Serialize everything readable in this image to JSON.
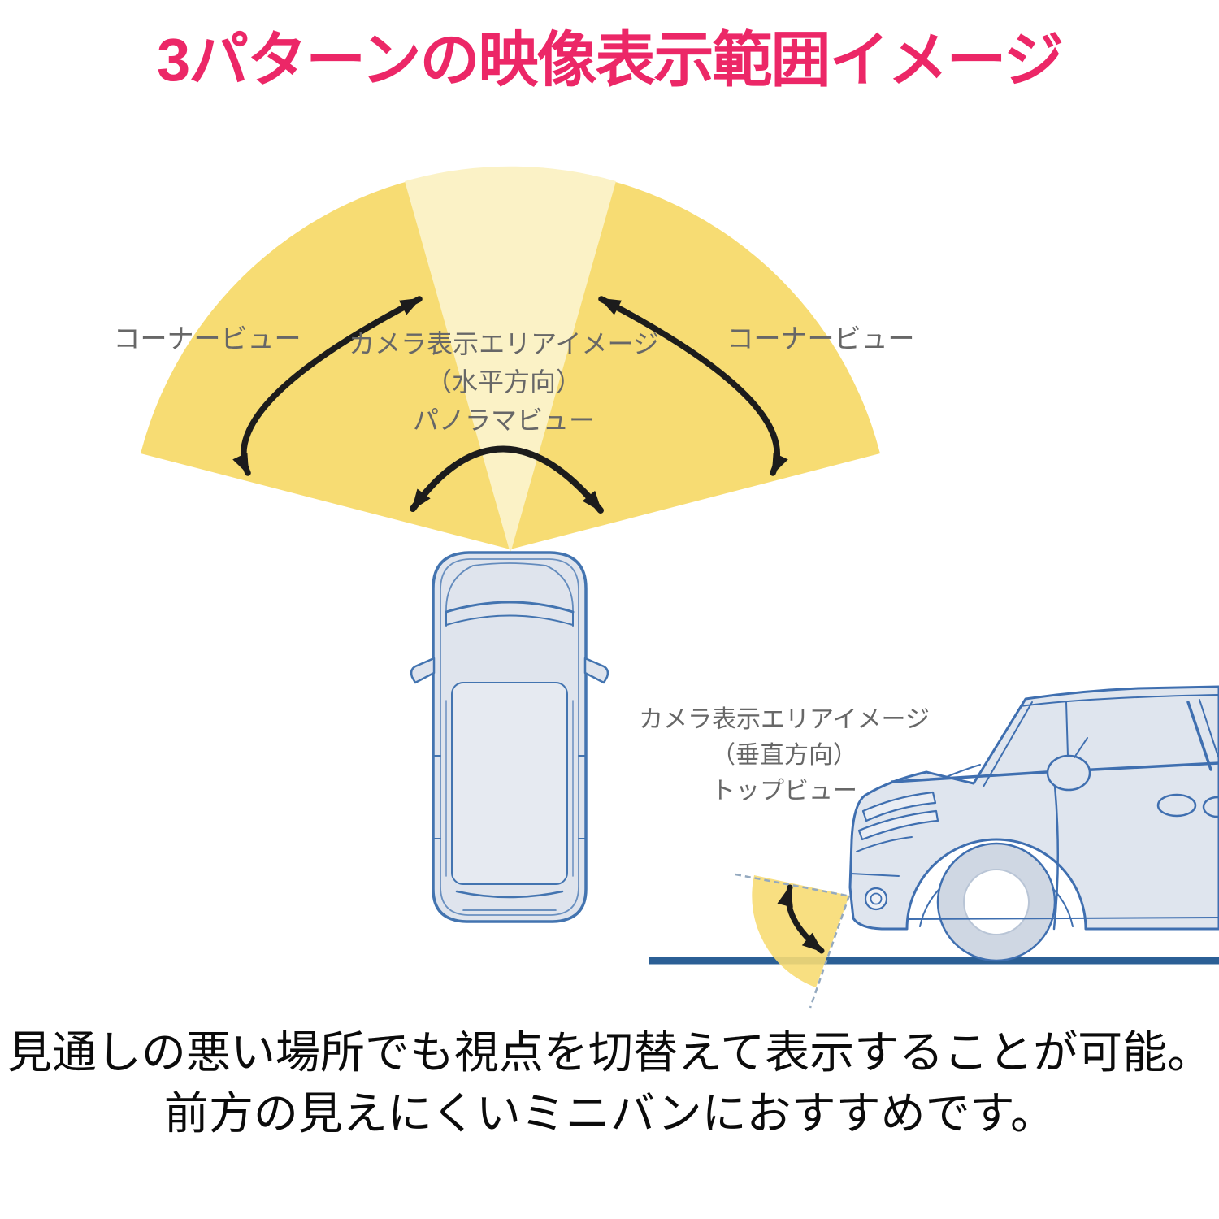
{
  "title": "3パターンの映像表示範囲イメージ",
  "diagram": {
    "corner_view_left": "コーナービュー",
    "corner_view_right": "コーナービュー",
    "horizontal_label": {
      "line1": "カメラ表示エリアイメージ",
      "line2": "（水平方向）",
      "line3": "パノラマビュー"
    },
    "vertical_label": {
      "line1": "カメラ表示エリアイメージ",
      "line2": "（垂直方向）",
      "line3": "トップビュー"
    }
  },
  "description": {
    "line1": "見通しの悪い場所でも視点を切替えて表示することが可能。",
    "line2": "前方の見えにくいミニバンにおすすめです。"
  },
  "colors": {
    "accent_pink": "#EC2767",
    "fan_yellow": "#F7DC73",
    "fan_pale_yellow": "#FBF2C6",
    "label_gray": "#676767",
    "arrow_black": "#1C1C1C",
    "car_line_blue": "#3F6FB0",
    "car_fill_blue": "#DFE5EE",
    "ground_blue": "#2B5F95",
    "text_black": "#0B0B0B"
  }
}
